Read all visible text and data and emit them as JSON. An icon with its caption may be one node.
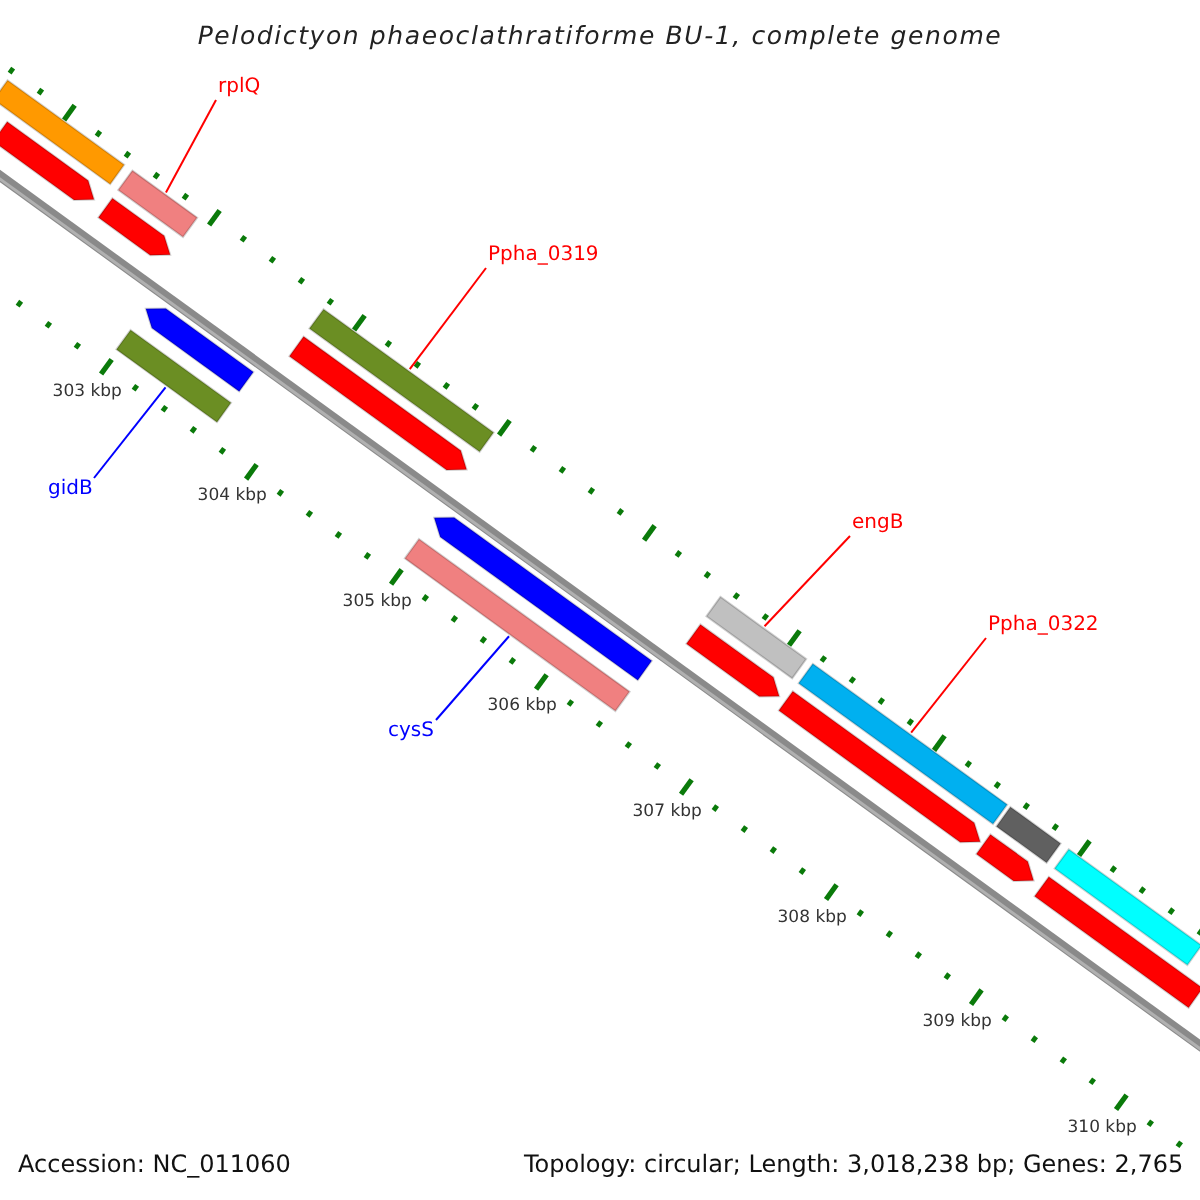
{
  "diagram": {
    "title": "Pelodictyon phaeoclathratiforme BU-1, complete genome",
    "nodes": [
      {
        "text": [
          "rplQ"
        ]
      },
      {
        "text": [],
        "shape": "bar"
      },
      {
        "text": [
          "Ppha_0319"
        ]
      },
      {
        "text": [],
        "shape": "bar"
      },
      {
        "text": [
          "gidB"
        ]
      },
      {
        "text": [],
        "shape": "bar"
      },
      {
        "text": [
          "cysS"
        ]
      },
      {
        "text": [],
        "shape": "bar"
      },
      {
        "text": [
          "engB"
        ]
      },
      {
        "text": [],
        "shape": "bar"
      },
      {
        "text": [
          "Ppha_0322"
        ]
      },
      {
        "text": [],
        "shape": "bar"
      },
      {
        "text": [],
        "shape": "bar"
      },
      {
        "text": [],
        "shape": "bar"
      },
      {
        "text": [],
        "shape": "bar"
      },
      {
        "text": [],
        "shape": "bar"
      },
      {
        "text": [],
        "shape": "bar"
      },
      {
        "text": [],
        "shape": "bar"
      },
      {
        "text": [],
        "shape": "bar"
      },
      {
        "text": [],
        "shape": "bar"
      },
      {
        "text": [],
        "shape": "bar"
      },
      {
        "text": [],
        "shape": "bar"
      },
      {
        "text": [],
        "shape": "bar"
      },
      {
        "text": [],
        "shape": "bar"
      }
    ],
    "edges": [
      {
        "from": 0,
        "to": 1,
        "arrow": "none"
      },
      {
        "from": 2,
        "to": 3,
        "arrow": "none"
      },
      {
        "from": 4,
        "to": 5,
        "arrow": "none",
        "color": "#0000ff"
      },
      {
        "from": 6,
        "to": 7,
        "arrow": "none",
        "color": "#0000ff"
      },
      {
        "from": 8,
        "to": 9,
        "arrow": "none"
      },
      {
        "from": 10,
        "to": 11,
        "arrow": "none"
      }
    ],
    "labels": [
      "303 kbp",
      "304 kbp",
      "305 kbp",
      "306 kbp",
      "307 kbp",
      "308 kbp",
      "309 kbp",
      "310 kbp",
      "Accession: NC_011060",
      "Topology: circular; Length: 3,018,238 bp; Genes: 2,765"
    ]
  }
}
